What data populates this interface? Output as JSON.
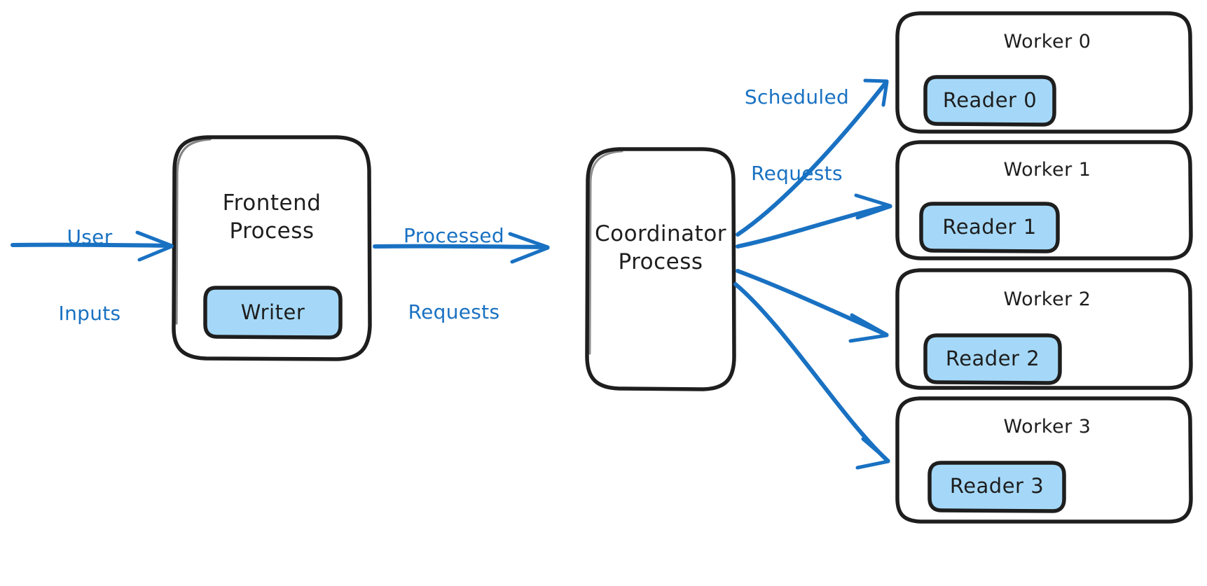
{
  "diagram": {
    "title": "Distributed request processing architecture",
    "background_color": "#ffffff",
    "stroke_color": "#1e1e1e",
    "accent_color": "#1971c2",
    "fill_color": "#a5d8f8"
  },
  "nodes": {
    "frontend": {
      "label": "Frontend\nProcess",
      "line1": "Frontend",
      "line2": "Process",
      "child": {
        "label": "Writer"
      }
    },
    "coordinator": {
      "label": "Coordinator\nProcess",
      "line1": "Coordinator",
      "line2": "Process"
    },
    "workers": [
      {
        "label": "Worker 0",
        "reader": "Reader 0"
      },
      {
        "label": "Worker 1",
        "reader": "Reader 1"
      },
      {
        "label": "Worker 2",
        "reader": "Reader 2"
      },
      {
        "label": "Worker 3",
        "reader": "Reader 3"
      }
    ]
  },
  "edges": [
    {
      "name": "user-inputs",
      "label": "User\nInputs",
      "line1": "User",
      "line2": "Inputs",
      "from": "external",
      "to": "frontend"
    },
    {
      "name": "processed-requests",
      "label": "Processed\nRequests",
      "line1": "Processed",
      "line2": "Requests",
      "from": "frontend",
      "to": "coordinator"
    },
    {
      "name": "scheduled-requests",
      "label": "Scheduled\nRequests",
      "line1": "Scheduled",
      "line2": "Requests",
      "from": "coordinator",
      "to": "workers"
    }
  ]
}
